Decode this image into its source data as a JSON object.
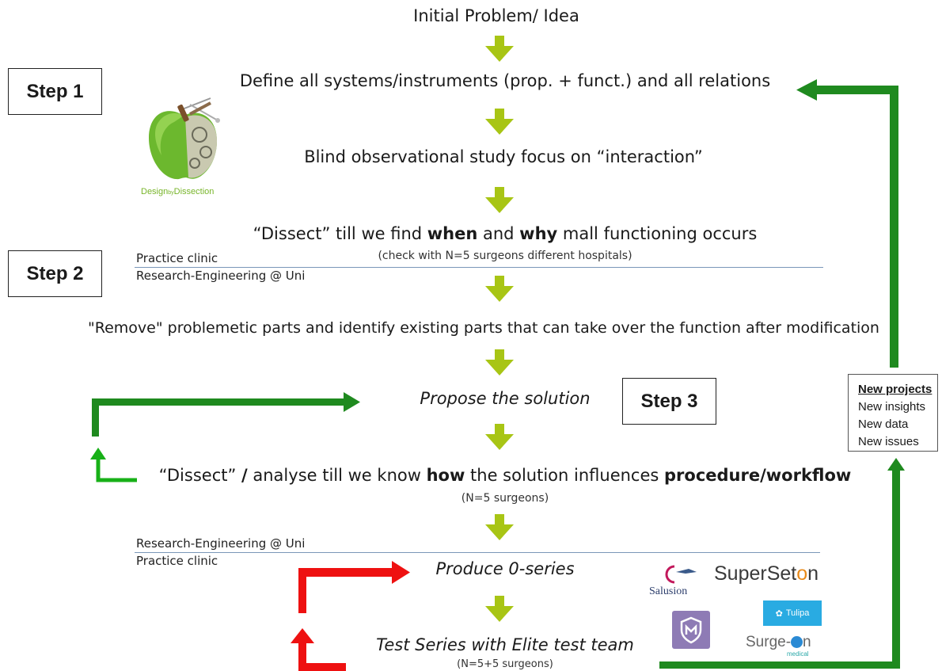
{
  "steps": [
    "Step 1",
    "Step 2",
    "Step 3"
  ],
  "flow": {
    "initial": "Initial Problem/ Idea",
    "define": "Define all systems/instruments (prop. + funct.) and all relations",
    "blind": "Blind observational study  focus on “interaction”",
    "dissect1": {
      "a": "“Dissect” till we find ",
      "b": "when",
      "c": " and ",
      "d": "why",
      "e": " mall functioning occurs",
      "note": "(check with N=5 surgeons different hospitals)"
    },
    "remove": "\"Remove\" problemetic parts and identify existing parts that can take over the function after modification",
    "propose": "Propose the solution",
    "dissect2": {
      "a": "“Dissect” ",
      "b": "/",
      "c": " analyse till we know ",
      "d": "how",
      "e": " the solution influences ",
      "f": "procedure/workflow",
      "note": "(N=5 surgeons)"
    },
    "produce": "Produce 0-series",
    "test": "Test Series with Elite test team",
    "test_note": "(N=5+5 surgeons)"
  },
  "divider1": {
    "top": "Practice clinic",
    "bottom": "Research-Engineering @ Uni"
  },
  "divider2": {
    "top": "Research-Engineering @ Uni",
    "bottom": "Practice clinic"
  },
  "legend": [
    "New projects",
    "New insights",
    "New data",
    "New issues"
  ],
  "logos": {
    "design_dissection": "Design",
    "design_by": "by",
    "design_dissection2": "Dissection",
    "salusion": "Salusion",
    "superseton_a": "SuperSet",
    "superseton_b": "o",
    "superseton_c": "n",
    "tulipa": "Tulipa",
    "surgeon_a": "Surge-",
    "surgeon_b": "n",
    "surgeon_sub": "medical"
  },
  "colors": {
    "arrow_down": "#a8c515",
    "feedback_green": "#1f8a1f",
    "loop_red": "#ee1111",
    "divider": "#7a97b8"
  }
}
